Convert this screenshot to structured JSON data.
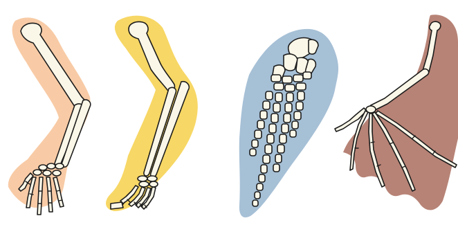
{
  "figure": {
    "panels": [
      {
        "key": "human_arm",
        "outline_color": "#f8cba6"
      },
      {
        "key": "animal_foreleg",
        "outline_color": "#f7d765"
      },
      {
        "key": "whale_flipper",
        "outline_color": "#a6c0d6"
      },
      {
        "key": "bat_wing",
        "outline_color": "#b78376"
      }
    ],
    "bone_color": "#fbf7e8",
    "stroke_color": "#1c1c1c"
  }
}
